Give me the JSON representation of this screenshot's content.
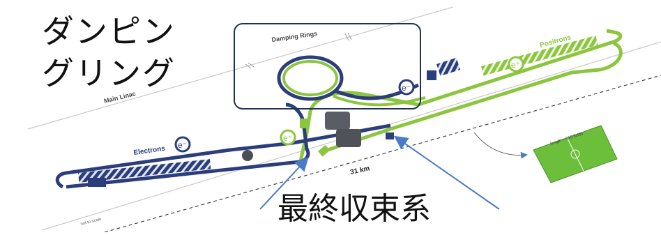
{
  "heading": {
    "line1": "ダンピン",
    "line2": "グリング"
  },
  "final_focus_label": "最終収束系",
  "diagram": {
    "damping_rings_label": "Damping Rings",
    "main_linac_label": "Main Linac",
    "positrons_label": "Positrons",
    "electrons_label": "Electrons",
    "length_label": "31 km",
    "field_label": "length = 310 fields",
    "scale_note": "not to scale",
    "electron_symbol": "e⁻",
    "positron_symbol": "e⁺",
    "colors": {
      "electron_beam": "#2b3d7a",
      "positron_beam": "#8cc63f",
      "box_outline": "#1f2f55",
      "arrow": "#4a7bc8",
      "field": "#6cbf3a"
    }
  }
}
